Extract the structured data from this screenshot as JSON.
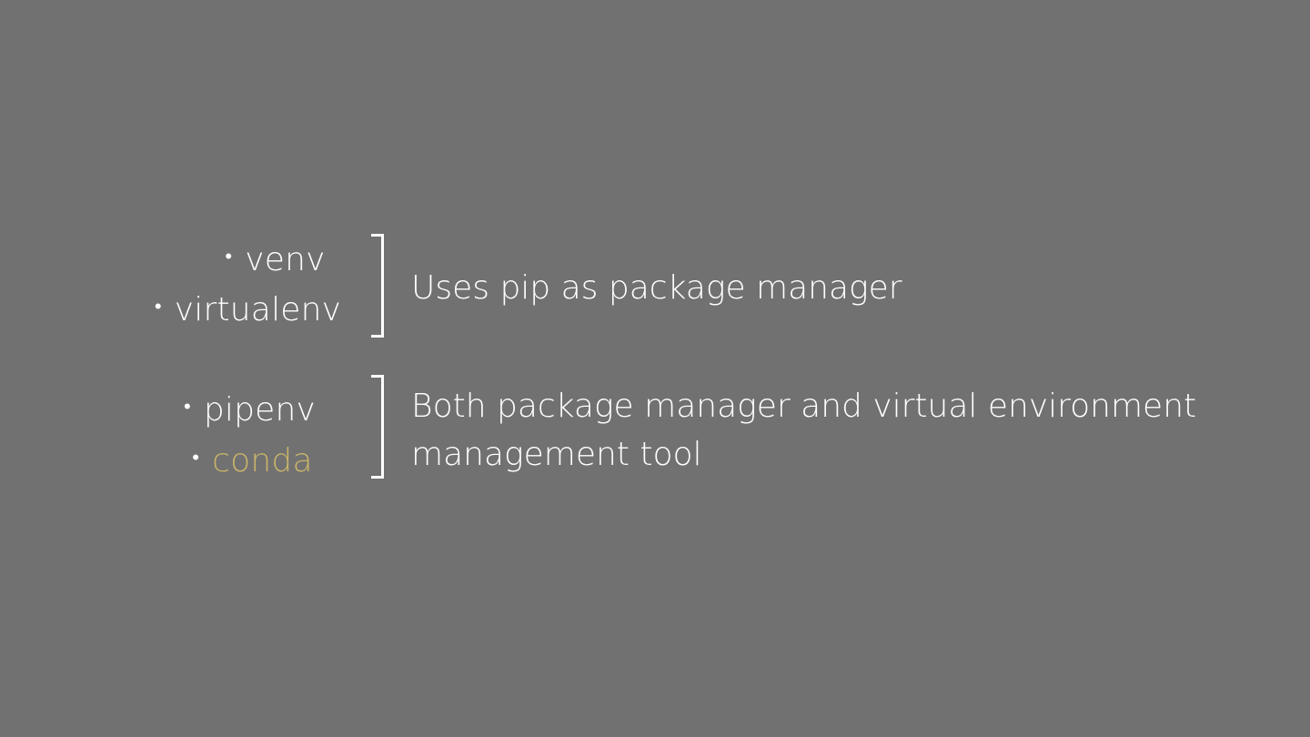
{
  "colors": {
    "background": "#717171",
    "text": "#ffffff",
    "highlight": "#c9b46a"
  },
  "groups": [
    {
      "items": [
        {
          "bullet": "•",
          "label": "venv"
        },
        {
          "bullet": "•",
          "label": "virtualenv"
        }
      ],
      "description_lines": [
        "Uses pip as package manager"
      ]
    },
    {
      "items": [
        {
          "bullet": "•",
          "label": "pipenv"
        },
        {
          "bullet": "•",
          "label": "conda"
        }
      ],
      "description_lines": [
        "Both package manager and virtual environment",
        "management tool"
      ]
    }
  ]
}
